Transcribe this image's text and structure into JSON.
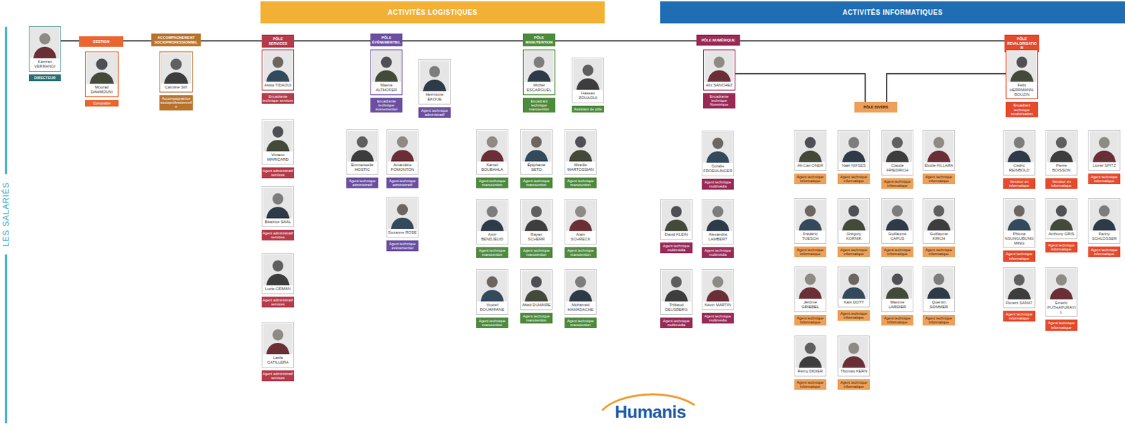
{
  "diagram": {
    "nodes": [
      {
        "text": [
          "ACTIVITÉS LOGISTIQUES"
        ]
      },
      {
        "text": [
          "ACTIVITÉS INFORMATIQUES"
        ]
      },
      {
        "text": [
          "Kamran VERRANGI",
          "DIRECTEUR"
        ]
      },
      {
        "text": [
          "GESTION"
        ]
      },
      {
        "text": [
          "Mourad DAHMOUNI",
          "Comptable"
        ]
      },
      {
        "text": [
          "ACCOMPAGNEMENT SOCIOPROFESSIONNEL"
        ]
      },
      {
        "text": [
          "Caroline SIX",
          "Accompagnatrice socioprofessionnelle"
        ]
      },
      {
        "text": [
          "PÔLE SERVICES"
        ]
      },
      {
        "text": [
          "Assia TIDAOUI",
          "Encadrante technique services"
        ]
      },
      {
        "text": [
          "Viviane MARICARD",
          "Agent administratif services"
        ]
      },
      {
        "text": [
          "Béatrice SAAL",
          "Agent administratif services"
        ]
      },
      {
        "text": [
          "Lucie ORMAN",
          "Agent administratif services"
        ]
      },
      {
        "text": [
          "Latifa CATILLERA",
          "Agent administratif services"
        ]
      },
      {
        "text": [
          "PÔLE ÉVÉNEMENTIEL"
        ]
      },
      {
        "text": [
          "Maeva ALTHOFER",
          "Encadrante technique événementiel"
        ]
      },
      {
        "text": [
          "Hermione EKOUE",
          "Agent technique administratif"
        ]
      },
      {
        "text": [
          "Emmanuelle HOSTIC",
          "Agent technique administratif"
        ]
      },
      {
        "text": [
          "Amandine FOMONTON",
          "Agent technique administratif"
        ]
      },
      {
        "text": [
          "Suzanne ROSE",
          "Agent technique événementiel"
        ]
      },
      {
        "text": [
          "PÔLE MANUTENTION"
        ]
      },
      {
        "text": [
          "Michel ESCARGUEL",
          "Encadrant technique manutention"
        ]
      },
      {
        "text": [
          "Hassan ZOUAOUI",
          "Assistant de pôle"
        ]
      },
      {
        "text": [
          "Kamel BOUBAHLA",
          "Agent technique manutention"
        ]
      },
      {
        "text": [
          "Épiphanie SETO",
          "Agent technique manutention"
        ]
      },
      {
        "text": [
          "Mireille MARTOSSIAN",
          "Agent technique manutention"
        ]
      },
      {
        "text": [
          "Amir BENDJELID",
          "Agent technique manutention"
        ]
      },
      {
        "text": [
          "Rayan SCHERR",
          "Agent technique manutention"
        ]
      },
      {
        "text": [
          "Alain SCHRECK",
          "Agent technique manutention"
        ]
      },
      {
        "text": [
          "Youcef BOUAFFANE",
          "Agent technique manutention"
        ]
      },
      {
        "text": [
          "Abed DUHAIRE",
          "Agent technique manutention"
        ]
      },
      {
        "text": [
          "Mohamed HAMADACHE",
          "Agent technique manutention"
        ]
      },
      {
        "text": [
          "PÔLE NUMÉRIQUE"
        ]
      },
      {
        "text": [
          "Alix SANCHEZ",
          "Encadrante technique Numérique"
        ]
      },
      {
        "text": [
          "Coralie FROEHLINGER",
          "Agent technique multimédia"
        ]
      },
      {
        "text": [
          "David KLEIN",
          "Agent technique multimédia"
        ]
      },
      {
        "text": [
          "Alexandra LAMBERT",
          "Agent technique multimédia"
        ]
      },
      {
        "text": [
          "Thibaud DEUSBERG",
          "Agent technique multimédia"
        ]
      },
      {
        "text": [
          "Kévin MARTIN",
          "Agent technique multimédia"
        ]
      },
      {
        "text": [
          "PÔLE DIVERS"
        ]
      },
      {
        "text": [
          "Ali-Can ONER",
          "Agent technique informatique"
        ]
      },
      {
        "text": [
          "Naël NIFSES",
          "Agent technique informatique"
        ]
      },
      {
        "text": [
          "Claude FRIEDRICH",
          "Agent technique informatique"
        ]
      },
      {
        "text": [
          "Élodie FILLARA",
          "Agent technique informatique"
        ]
      },
      {
        "text": [
          "Frédéric TUESCH",
          "Agent technique informatique"
        ]
      },
      {
        "text": [
          "Grégory KORNIK",
          "Agent technique informatique"
        ]
      },
      {
        "text": [
          "Guillaume CAPUS",
          "Agent technique informatique"
        ]
      },
      {
        "text": [
          "Guillaume KIRCH",
          "Agent technique informatique"
        ]
      },
      {
        "text": [
          "Jérôme GRIEBEL",
          "Agent technique informatique"
        ]
      },
      {
        "text": [
          "Kaïs DOTT",
          "Agent technique informatique"
        ]
      },
      {
        "text": [
          "Maxime LARDIER",
          "Agent technique informatique"
        ]
      },
      {
        "text": [
          "Quentin SOMMER",
          "Agent technique informatique"
        ]
      },
      {
        "text": [
          "Rémy DIDIER",
          "Agent technique informatique"
        ]
      },
      {
        "text": [
          "Thomas KERN",
          "Agent technique informatique"
        ]
      },
      {
        "text": [
          "PÔLE REVALORISATION"
        ]
      },
      {
        "text": [
          "Félix HERRMANN-BOUZIN",
          "Encadrant technique revalorisation"
        ]
      },
      {
        "text": [
          "Cédric REINBOLD",
          "Vendeur en informatique"
        ]
      },
      {
        "text": [
          "Pierre BOISSON",
          "Vendeur en informatique"
        ]
      },
      {
        "text": [
          "Lionel SPITZ",
          "Agent technique informatique"
        ]
      },
      {
        "text": [
          "Phiona NSUNGUBUNGMING",
          "Agent technique informatique"
        ]
      },
      {
        "text": [
          "Anthony GRIS",
          "Agent technique informatique"
        ]
      },
      {
        "text": [
          "Fanny SCHLOSSER",
          "Agent technique informatique"
        ]
      },
      {
        "text": [
          "Florent SANAT",
          "Agent technique informatique"
        ]
      },
      {
        "text": [
          "Emeric PUTHAPURAYIL",
          "Agent technique informatique"
        ]
      }
    ],
    "edges": [
      {
        "from": 2,
        "to": 3,
        "arrow": "none"
      },
      {
        "from": 3,
        "to": 5,
        "arrow": "none"
      },
      {
        "from": 5,
        "to": 7,
        "arrow": "none"
      },
      {
        "from": 7,
        "to": 13,
        "arrow": "none"
      },
      {
        "from": 13,
        "to": 19,
        "arrow": "none"
      },
      {
        "from": 19,
        "to": 31,
        "arrow": "none"
      },
      {
        "from": 31,
        "to": 53,
        "arrow": "none"
      },
      {
        "from": 32,
        "to": 38,
        "arrow": "none"
      },
      {
        "from": 54,
        "to": 38,
        "arrow": "none"
      }
    ],
    "labels": [
      "LES SALARIÉS",
      "Humanis"
    ]
  }
}
